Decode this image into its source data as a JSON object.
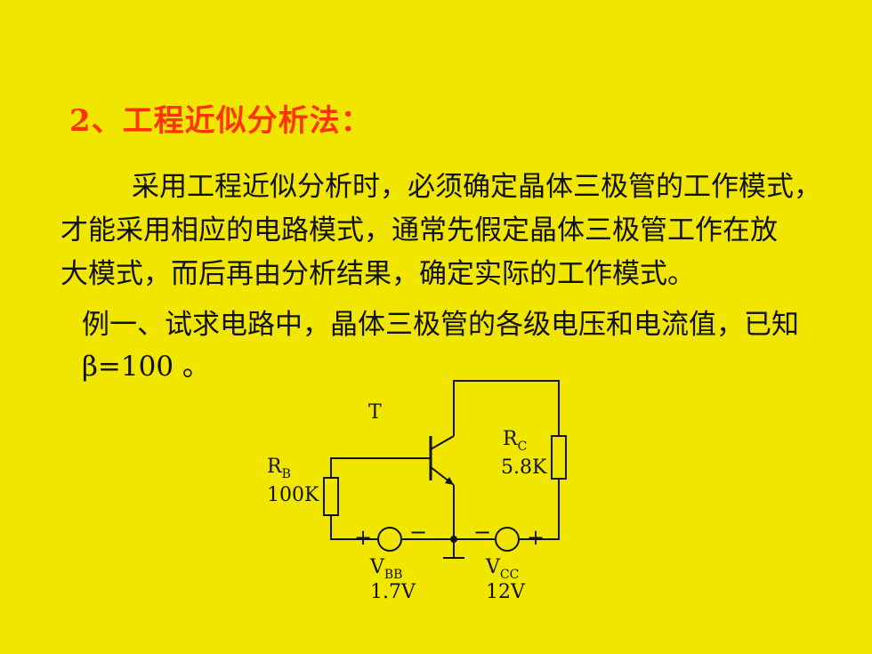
{
  "heading": "2、工程近似分析法：",
  "paragraph": {
    "lines": [
      "采用工程近似分析时，必须确定晶体三极管的工作模式，",
      "才能采用相应的电路模式，通常先假定晶体三极管工作在放",
      "大模式，而后再由分析结果，确定实际的工作模式。"
    ]
  },
  "example": {
    "lines": [
      "例一、试求电路中，晶体三极管的各级电压和电流值，已知",
      "β=100 。"
    ]
  },
  "circuit": {
    "transistor_label": "T",
    "rb": {
      "name": "R",
      "sub": "B",
      "value": "100K"
    },
    "rc": {
      "name": "R",
      "sub": "C",
      "value": "5.8K"
    },
    "vbb": {
      "name": "V",
      "sub": "BB",
      "value": "1.7V"
    },
    "vcc": {
      "name": "V",
      "sub": "CC",
      "value": "12V"
    },
    "plus_symbol": "+",
    "minus_symbol": "−"
  },
  "colors": {
    "background": "#f0e600",
    "heading": "#ff3300",
    "text": "#111111"
  }
}
